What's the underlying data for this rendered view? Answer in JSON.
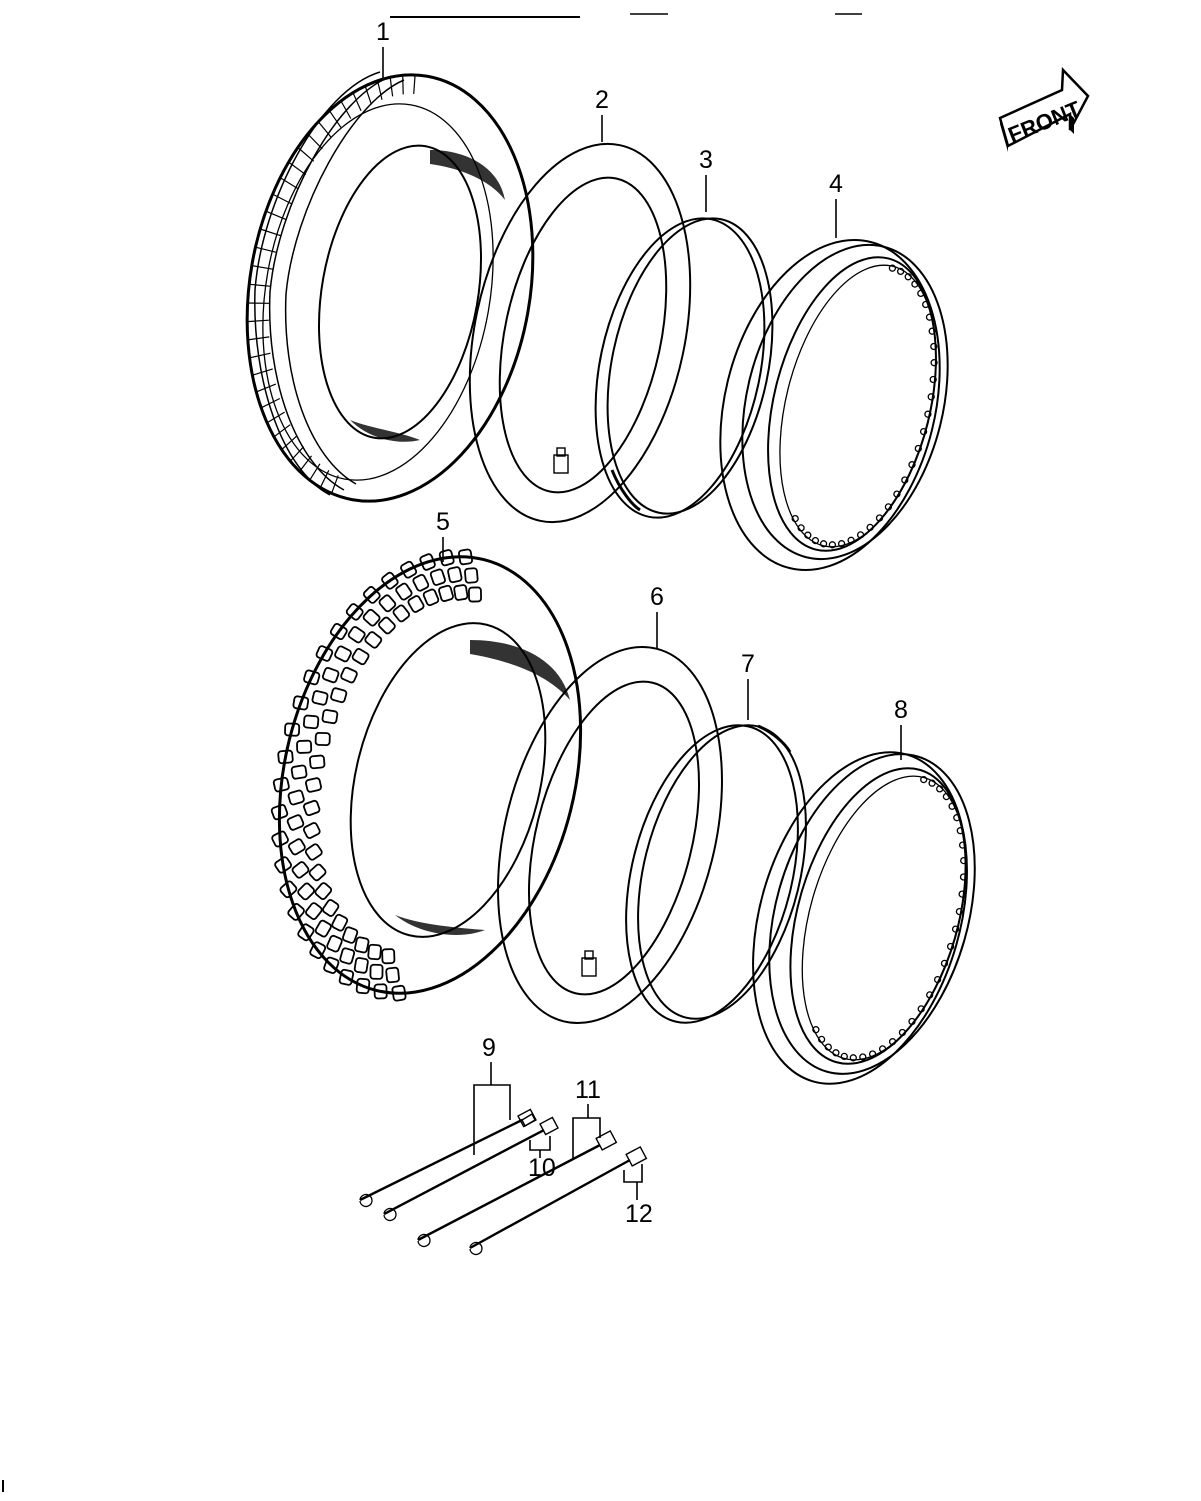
{
  "front_arrow": {
    "label": "FRONT"
  },
  "parts": [
    {
      "callout": "1",
      "name": "front-tire"
    },
    {
      "callout": "2",
      "name": "front-tube"
    },
    {
      "callout": "3",
      "name": "front-rim-band"
    },
    {
      "callout": "4",
      "name": "front-rim"
    },
    {
      "callout": "5",
      "name": "rear-tire"
    },
    {
      "callout": "6",
      "name": "rear-tube"
    },
    {
      "callout": "7",
      "name": "rear-rim-band"
    },
    {
      "callout": "8",
      "name": "rear-rim"
    },
    {
      "callout": "9",
      "name": "spoke-set-a"
    },
    {
      "callout": "10",
      "name": "spoke-set-b"
    },
    {
      "callout": "11",
      "name": "spoke-set-c"
    },
    {
      "callout": "12",
      "name": "spoke-set-d"
    }
  ]
}
